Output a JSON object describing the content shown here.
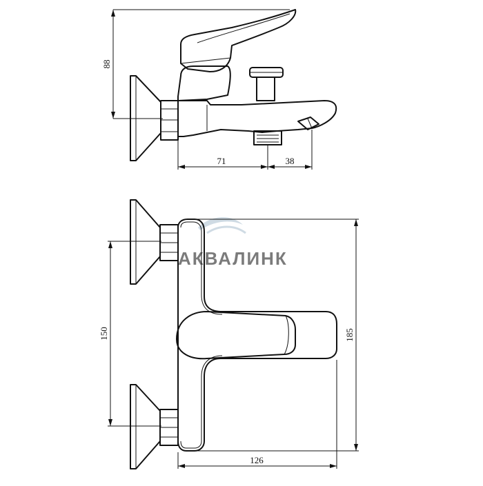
{
  "drawing": {
    "side_view": {
      "height_dim": "88",
      "offset_dim": "71",
      "spout_dim": "38"
    },
    "front_view": {
      "mount_dim": "150",
      "height_dim": "185",
      "width_dim": "126"
    },
    "watermark": {
      "text": "АКВАЛИНК",
      "color": "#a9bfcf"
    },
    "line_color": "#111111"
  }
}
